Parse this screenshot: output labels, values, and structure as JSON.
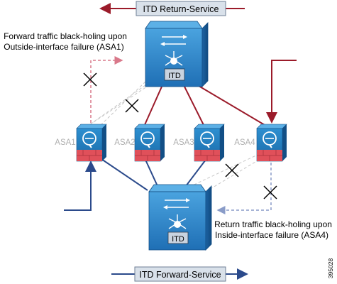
{
  "banners": {
    "return_service": "ITD Return-Service",
    "forward_service": "ITD Forward-Service"
  },
  "annotations": {
    "forward_failure_line1": "Forward traffic black-holing upon",
    "forward_failure_line2": "Outside-interface failure (ASA1)",
    "return_failure_line1": "Return traffic black-holing upon",
    "return_failure_line2": "Inside-interface failure (ASA4)"
  },
  "switches": {
    "top_label": "ITD",
    "bottom_label": "ITD"
  },
  "firewalls": [
    "ASA1",
    "ASA2",
    "ASA3",
    "ASA4"
  ],
  "figure_id": "395028",
  "colors": {
    "switch_blue": "#1f6fb5",
    "switch_light": "#3d98d8",
    "firewall_blue": "#1d79b9",
    "firewall_red": "#e0505a",
    "return_path": "#9b1b2a",
    "forward_path": "#2b4a8b",
    "banner_fill": "#d9e1ea",
    "failed_path_red": "#d9788a",
    "failed_path_blue": "#8a9cc8"
  }
}
